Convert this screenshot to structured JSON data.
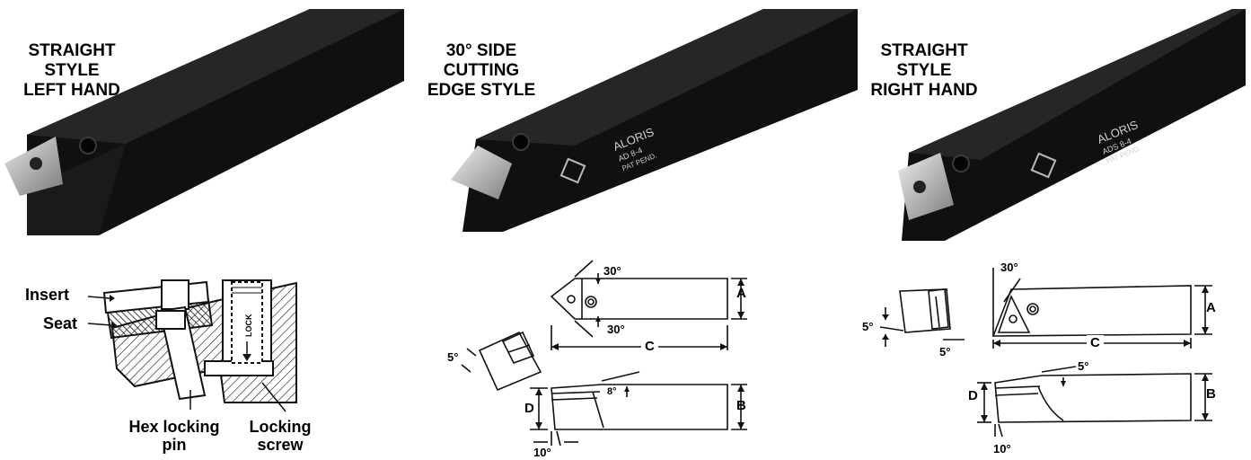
{
  "titles": {
    "left": [
      "STRAIGHT",
      "STYLE",
      "LEFT HAND"
    ],
    "middle": [
      "30° SIDE",
      "CUTTING",
      "EDGE STYLE"
    ],
    "right": [
      "STRAIGHT",
      "STYLE",
      "RIGHT HAND"
    ]
  },
  "tool_marking_mid": [
    "ALORIS",
    "AD 8-4",
    "PAT PEND."
  ],
  "tool_marking_right": [
    "ALORIS",
    "ADS 8-4",
    "PAT PEND."
  ],
  "section_diagram": {
    "insert_label": "Insert",
    "seat_label": "Seat",
    "lock_label": "LOCK",
    "hex_pin_label": [
      "Hex locking",
      "pin"
    ],
    "locking_screw_label": [
      "Locking",
      "screw"
    ]
  },
  "middle_dims": {
    "angle_top": "30°",
    "angle_bottom": "30°",
    "a": "A",
    "c": "C",
    "b": "B",
    "d": "D",
    "b_angle": "8°",
    "side_angle": "5°",
    "end_angle": "10°"
  },
  "right_dims": {
    "angle_top": "30°",
    "a": "A",
    "c": "C",
    "b": "B",
    "d": "D",
    "top_angle": "5°",
    "left_angle": "5°",
    "small_angle": "5°",
    "end_angle": "10°"
  }
}
